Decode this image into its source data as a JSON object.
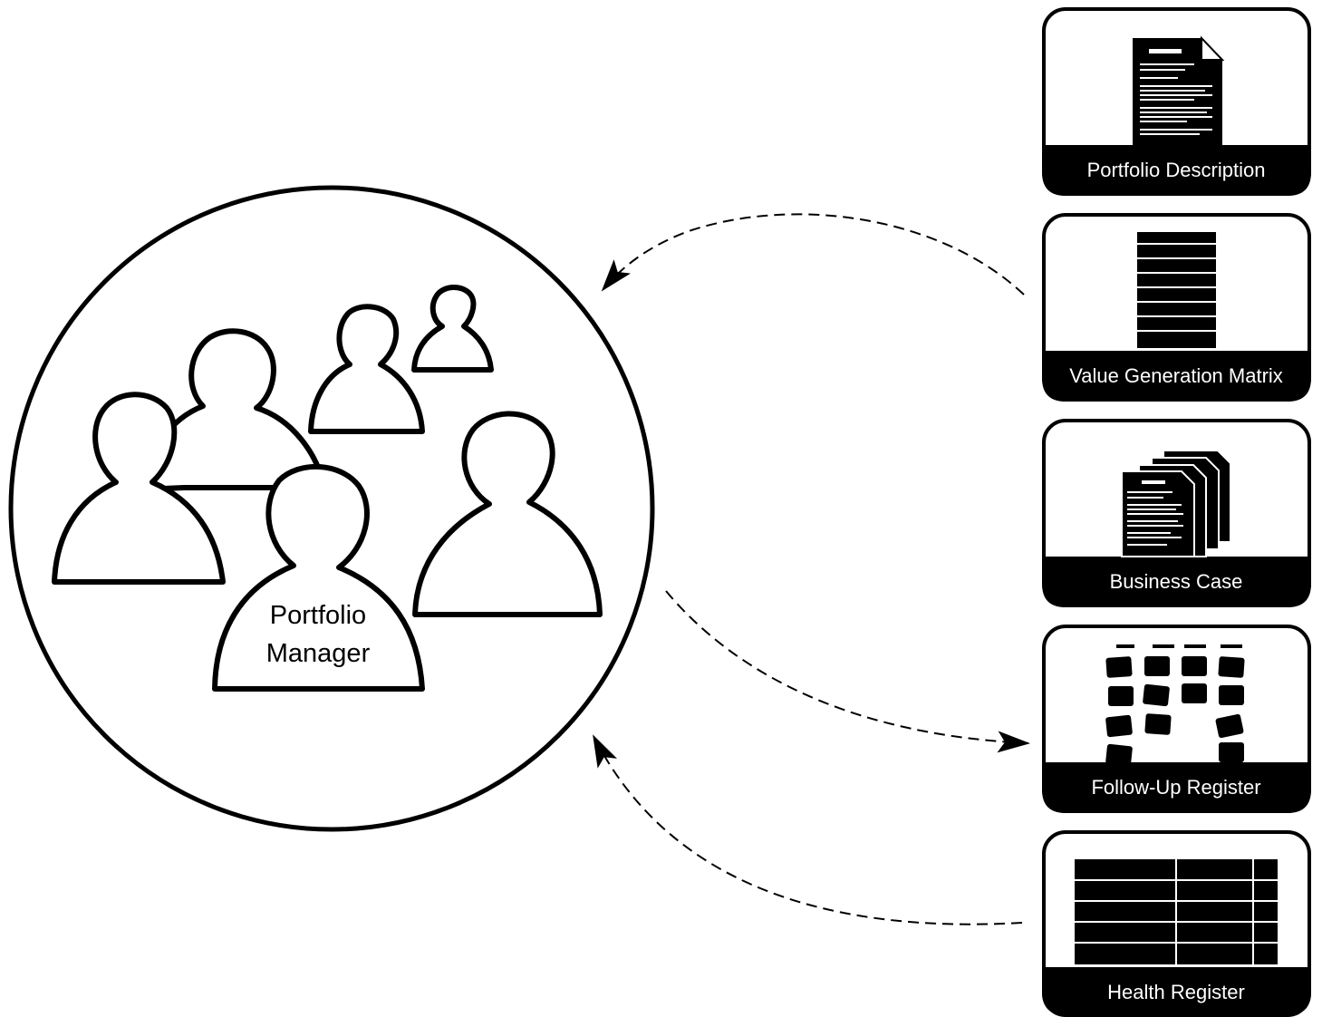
{
  "group": {
    "label_line1": "Portfolio",
    "label_line2": "Manager"
  },
  "cards": [
    {
      "label": "Portfolio Description",
      "icon": "document-icon"
    },
    {
      "label": "Value Generation Matrix",
      "icon": "matrix-icon"
    },
    {
      "label": "Business Case",
      "icon": "document-stack-icon"
    },
    {
      "label": "Follow-Up Register",
      "icon": "kanban-board-icon"
    },
    {
      "label": "Health Register",
      "icon": "table-grid-icon"
    }
  ],
  "colors": {
    "ink": "#000000",
    "paper": "#ffffff"
  }
}
